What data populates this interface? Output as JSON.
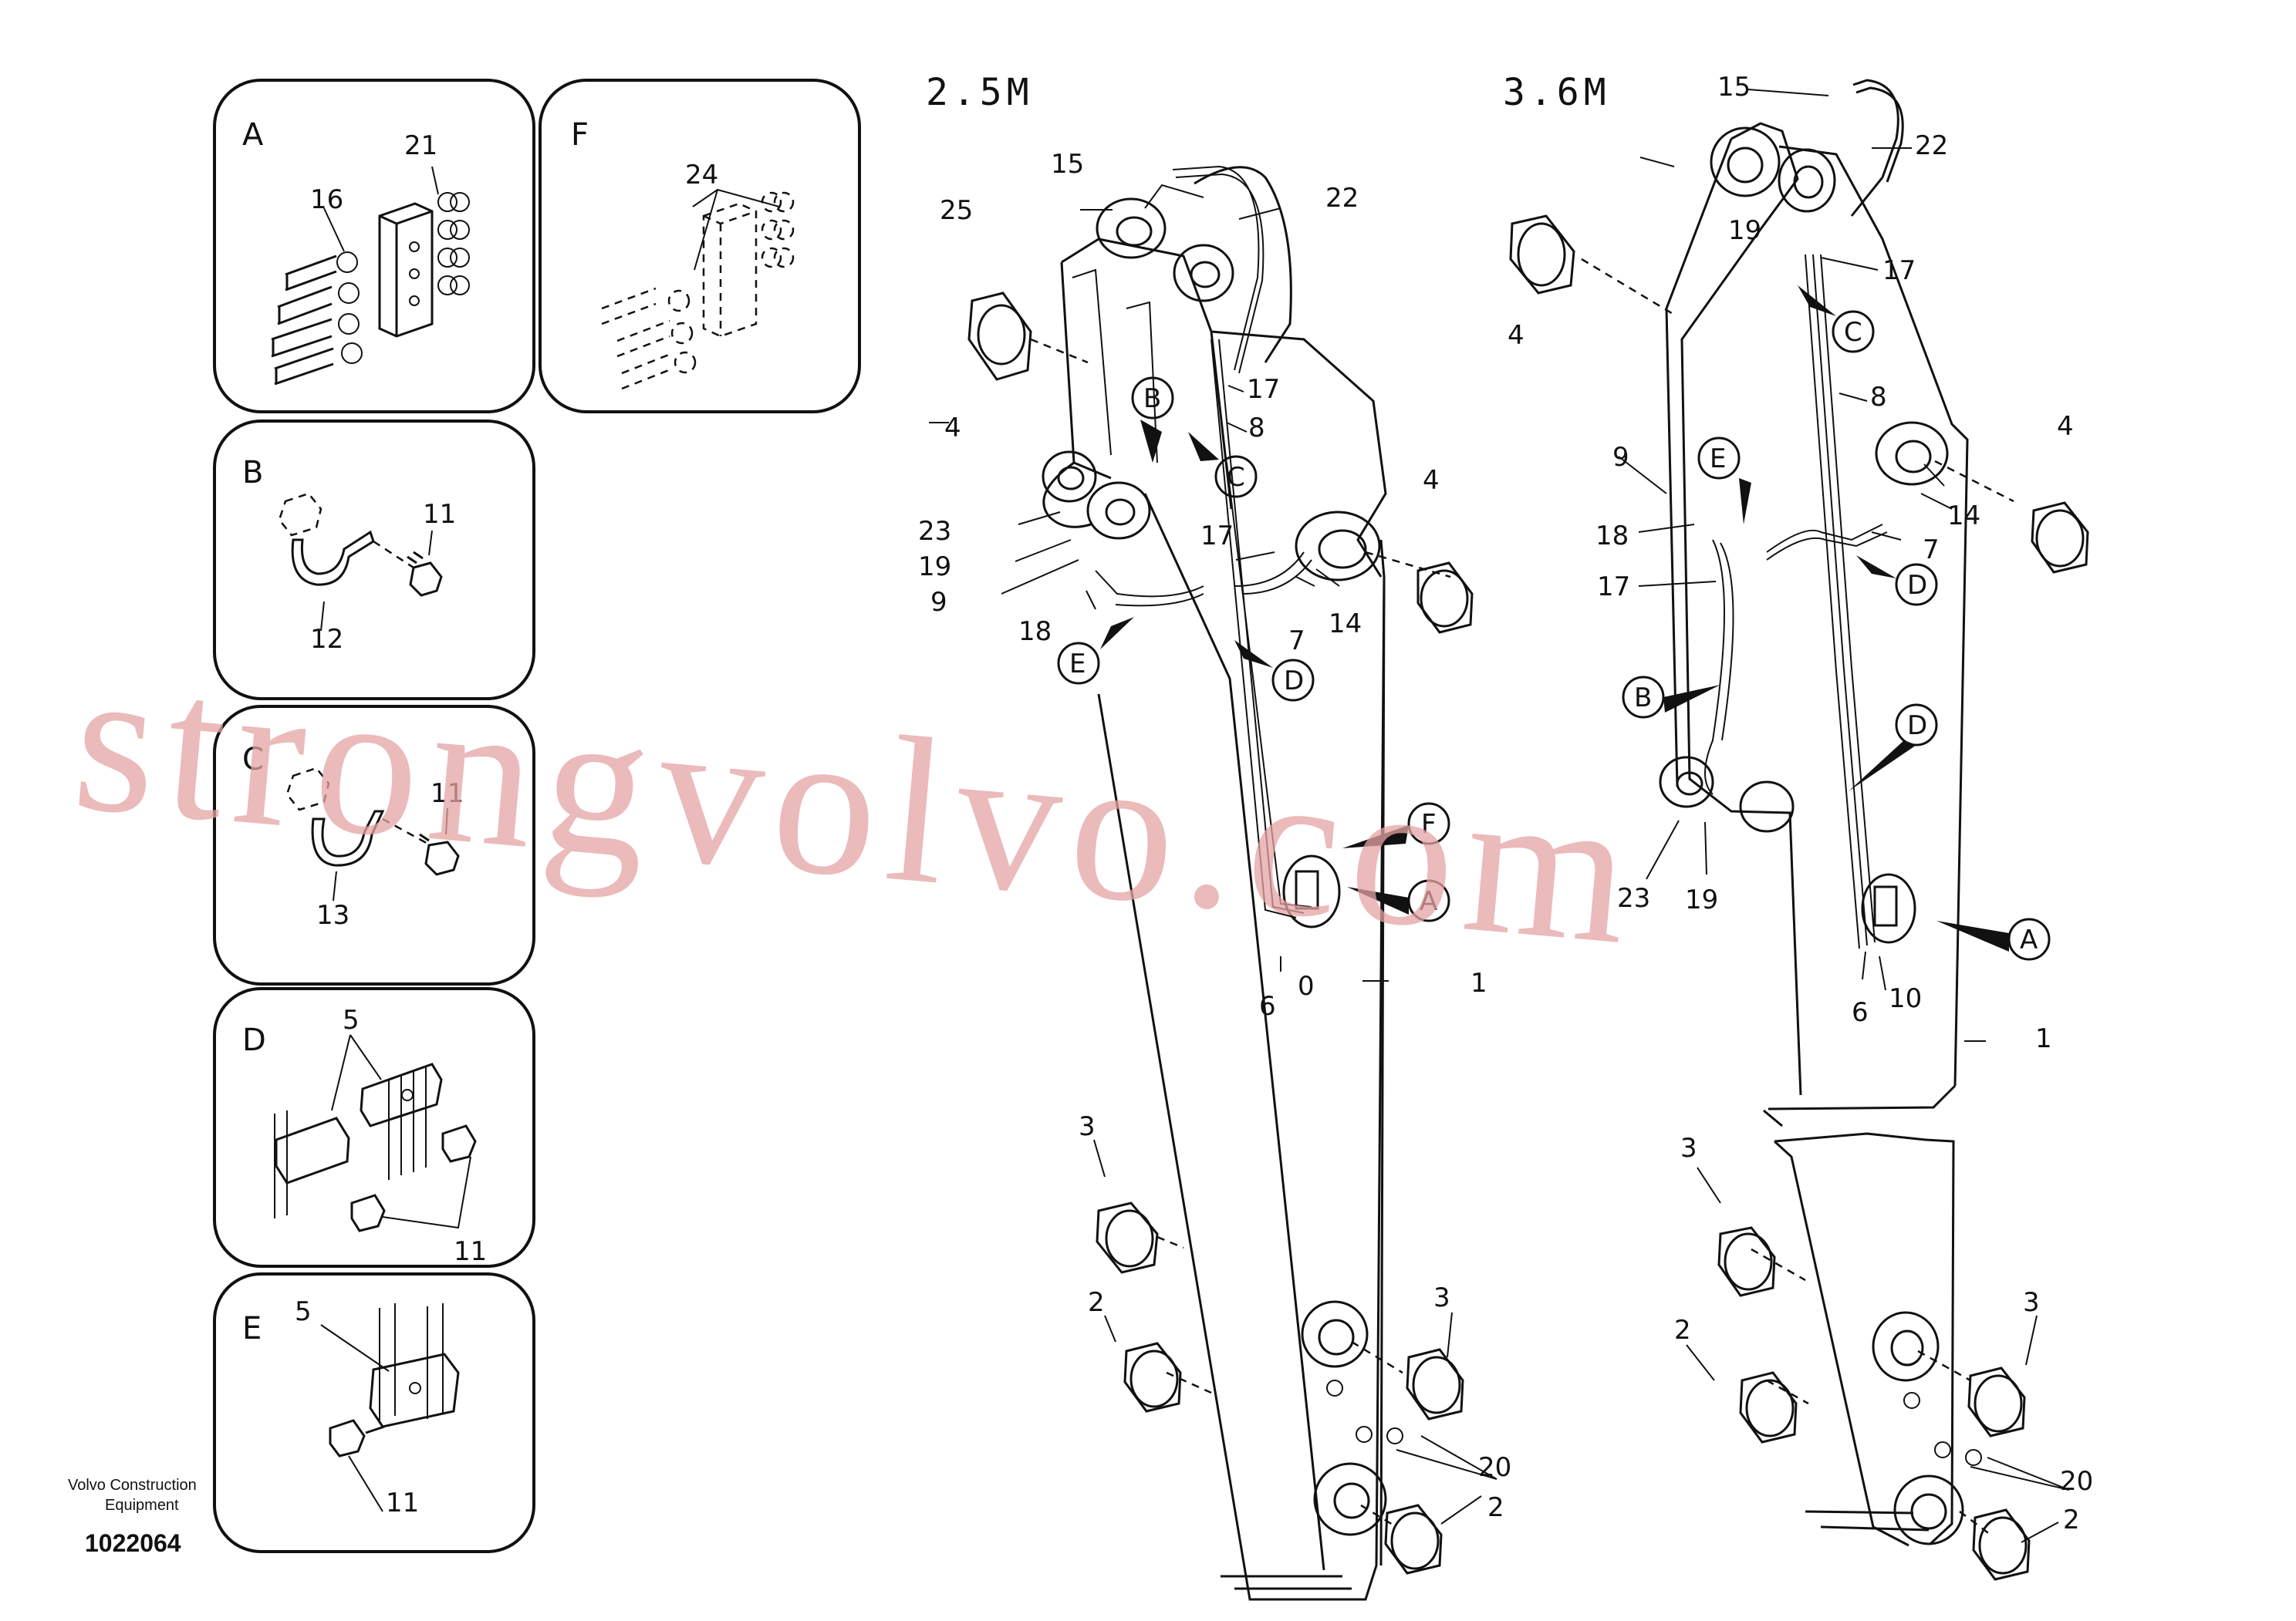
{
  "headers": {
    "left": "2.5M",
    "right": "3.6M"
  },
  "panels": {
    "A": {
      "letter": "A",
      "labels": [
        "21",
        "16"
      ]
    },
    "F": {
      "letter": "F",
      "labels": [
        "24"
      ]
    },
    "B": {
      "letter": "B",
      "labels": [
        "11",
        "12"
      ]
    },
    "C": {
      "letter": "C",
      "labels": [
        "11",
        "13"
      ]
    },
    "D": {
      "letter": "D",
      "labels": [
        "5",
        "11"
      ]
    },
    "E": {
      "letter": "E",
      "labels": [
        "5",
        "11"
      ]
    }
  },
  "left_labels": [
    "15",
    "25",
    "22",
    "17",
    "8",
    "4",
    "23",
    "19",
    "9",
    "17",
    "18",
    "7",
    "14",
    "4",
    "6",
    "0",
    "1",
    "3",
    "2",
    "3",
    "20",
    "2"
  ],
  "left_callouts": [
    "B",
    "C",
    "E",
    "D",
    "F",
    "A"
  ],
  "right_labels": [
    "15",
    "22",
    "19",
    "17",
    "4",
    "8",
    "9",
    "4",
    "18",
    "14",
    "7",
    "17",
    "23",
    "19",
    "6",
    "10",
    "1",
    "3",
    "2",
    "3",
    "20",
    "2"
  ],
  "right_callouts": [
    "C",
    "E",
    "D",
    "B",
    "D",
    "A"
  ],
  "footer": {
    "company_line1": "Volvo Construction",
    "company_line2": "Equipment",
    "figure_id": "1022064"
  },
  "watermark": "strongvolvo.com"
}
